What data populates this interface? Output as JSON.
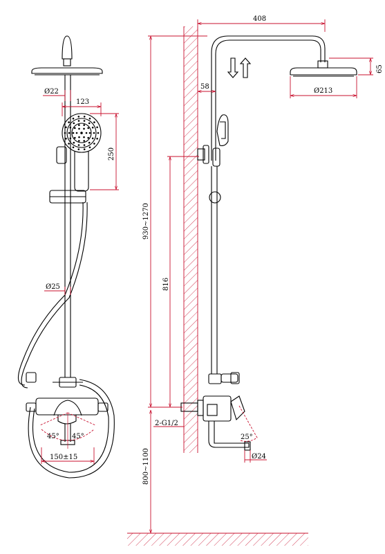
{
  "front_view": {
    "pipe_diameter": "Ø22",
    "hand_shower_width": "123",
    "hand_shower_length": "250",
    "riser_diameter": "Ø25",
    "left_angle": "45°",
    "right_angle": "45°",
    "spacing": "150±15"
  },
  "side_view": {
    "arm_length": "408",
    "head_height": "65",
    "head_diameter": "Ø213",
    "wall_offset": "58",
    "total_height": "930~1270",
    "riser_height": "816",
    "inlet_thread": "2-G1/2",
    "install_height": "800~1100",
    "spout_angle": "25°",
    "spout_diameter": "Ø24"
  },
  "colors": {
    "dimension_lines": "#c8102e",
    "product_lines": "#000000"
  },
  "icons": [
    "flow-direction-arrows-icon"
  ]
}
